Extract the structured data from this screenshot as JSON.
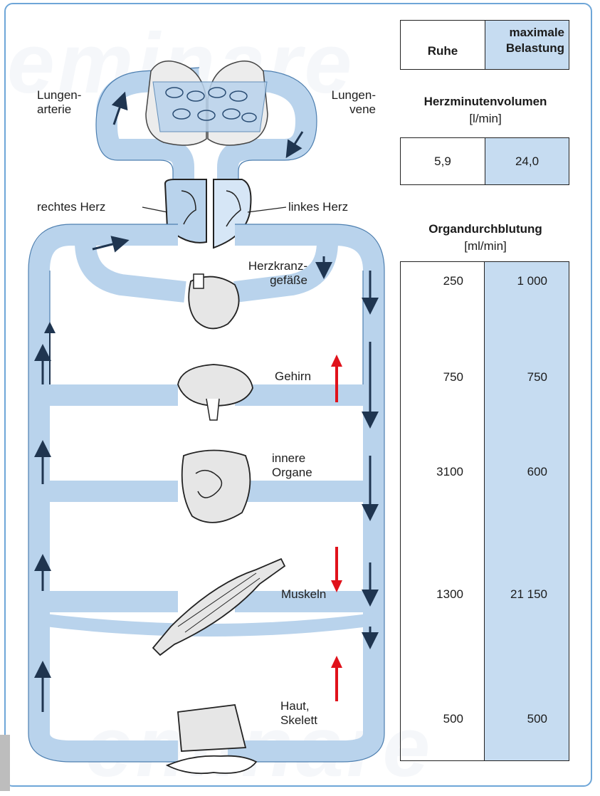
{
  "header": {
    "rest_label": "Ruhe",
    "max_label_line1": "maximale",
    "max_label_line2": "Belastung"
  },
  "cardiac_output": {
    "title": "Herzminutenvolumen",
    "unit": "[l/min]",
    "rest": "5,9",
    "max": "24,0"
  },
  "organ_flow": {
    "title": "Organdurchblutung",
    "unit": "[ml/min]",
    "rows": [
      {
        "organ": "Herzkranzgefäße",
        "rest": "250",
        "max": "1 000"
      },
      {
        "organ": "Gehirn",
        "rest": "750",
        "max": "750"
      },
      {
        "organ": "innere Organe",
        "rest": "3100",
        "max": "600"
      },
      {
        "organ": "Muskeln",
        "rest": "1300",
        "max": "21 150"
      },
      {
        "organ": "Haut, Skelett",
        "rest": "500",
        "max": "500"
      }
    ]
  },
  "diagram_labels": {
    "lung_artery_1": "Lungen-",
    "lung_artery_2": "arterie",
    "lung_vein_1": "Lungen-",
    "lung_vein_2": "vene",
    "right_heart": "rechtes Herz",
    "left_heart": "linkes Herz",
    "coronary_1": "Herzkranz-",
    "coronary_2": "gefäße",
    "brain": "Gehirn",
    "organs_1": "innere",
    "organs_2": "Organe",
    "muscles": "Muskeln",
    "skin_1": "Haut,",
    "skin_2": "Skelett"
  },
  "watermark": {
    "text_top": "eminare",
    "text_bottom": "eminare"
  },
  "colors": {
    "vessel": "#b9d3ec",
    "vessel_edge": "#4d7fb0",
    "flow_arrow": "#1f3550",
    "highlight_arrow": "#e0121b",
    "table_shade": "#c6dcf1"
  }
}
